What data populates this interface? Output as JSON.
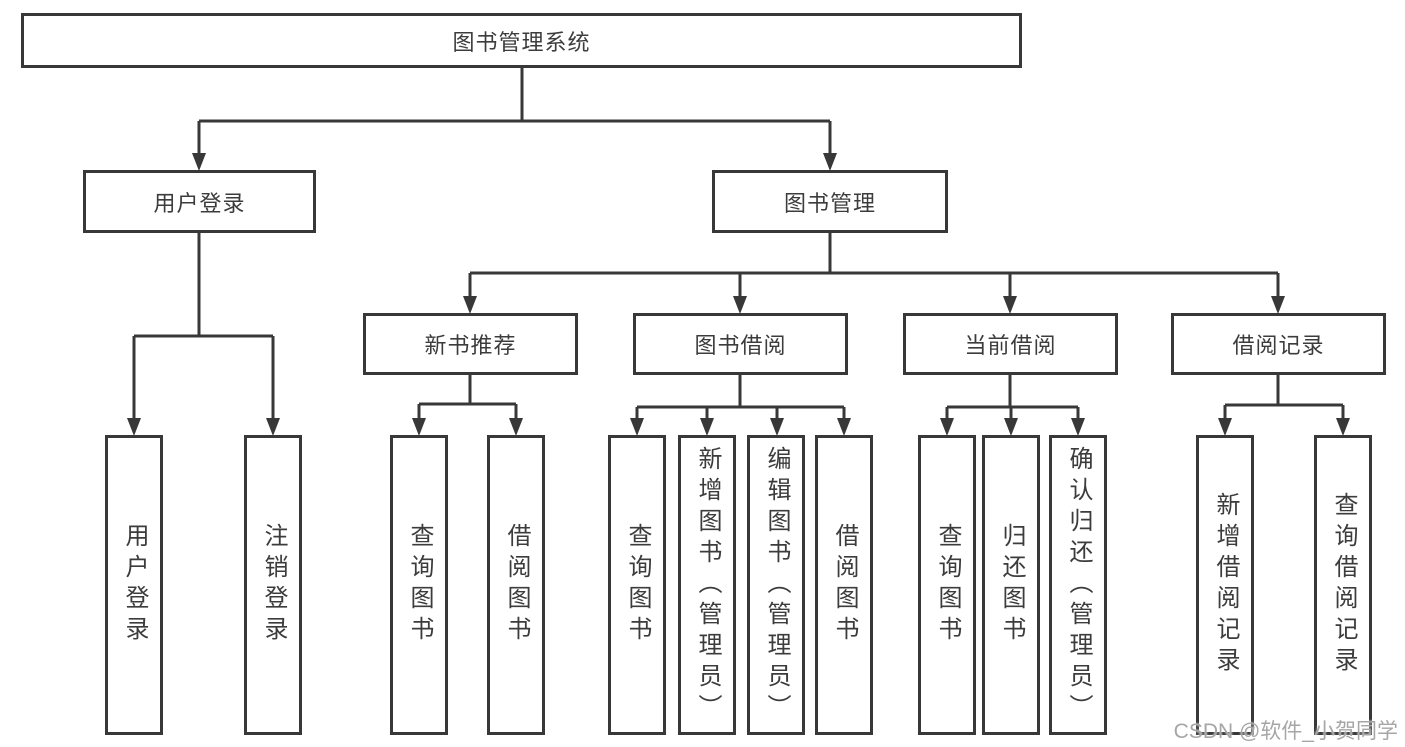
{
  "tree": {
    "root": {
      "label": "图书管理系统"
    },
    "level2": [
      {
        "label": "用户登录",
        "children": [
          "用户登录",
          "注销登录"
        ]
      },
      {
        "label": "图书管理",
        "children": [
          {
            "label": "新书推荐",
            "children": [
              "查询图书",
              "借阅图书"
            ]
          },
          {
            "label": "图书借阅",
            "children": [
              "查询图书",
              "新增图书（管理员）",
              "编辑图书（管理员）",
              "借阅图书"
            ]
          },
          {
            "label": "当前借阅",
            "children": [
              "查询图书",
              "归还图书",
              "确认归还（管理员）"
            ]
          },
          {
            "label": "借阅记录",
            "children": [
              "新增借阅记录",
              "查询借阅记录"
            ]
          }
        ]
      }
    ]
  },
  "watermark": {
    "text": "CSDN @软件_小贺同学"
  },
  "colors": {
    "line": "#383838",
    "border": "#383838",
    "text": "#3c3c3c",
    "watermark": "#a6a6a6",
    "background": "#ffffff"
  }
}
